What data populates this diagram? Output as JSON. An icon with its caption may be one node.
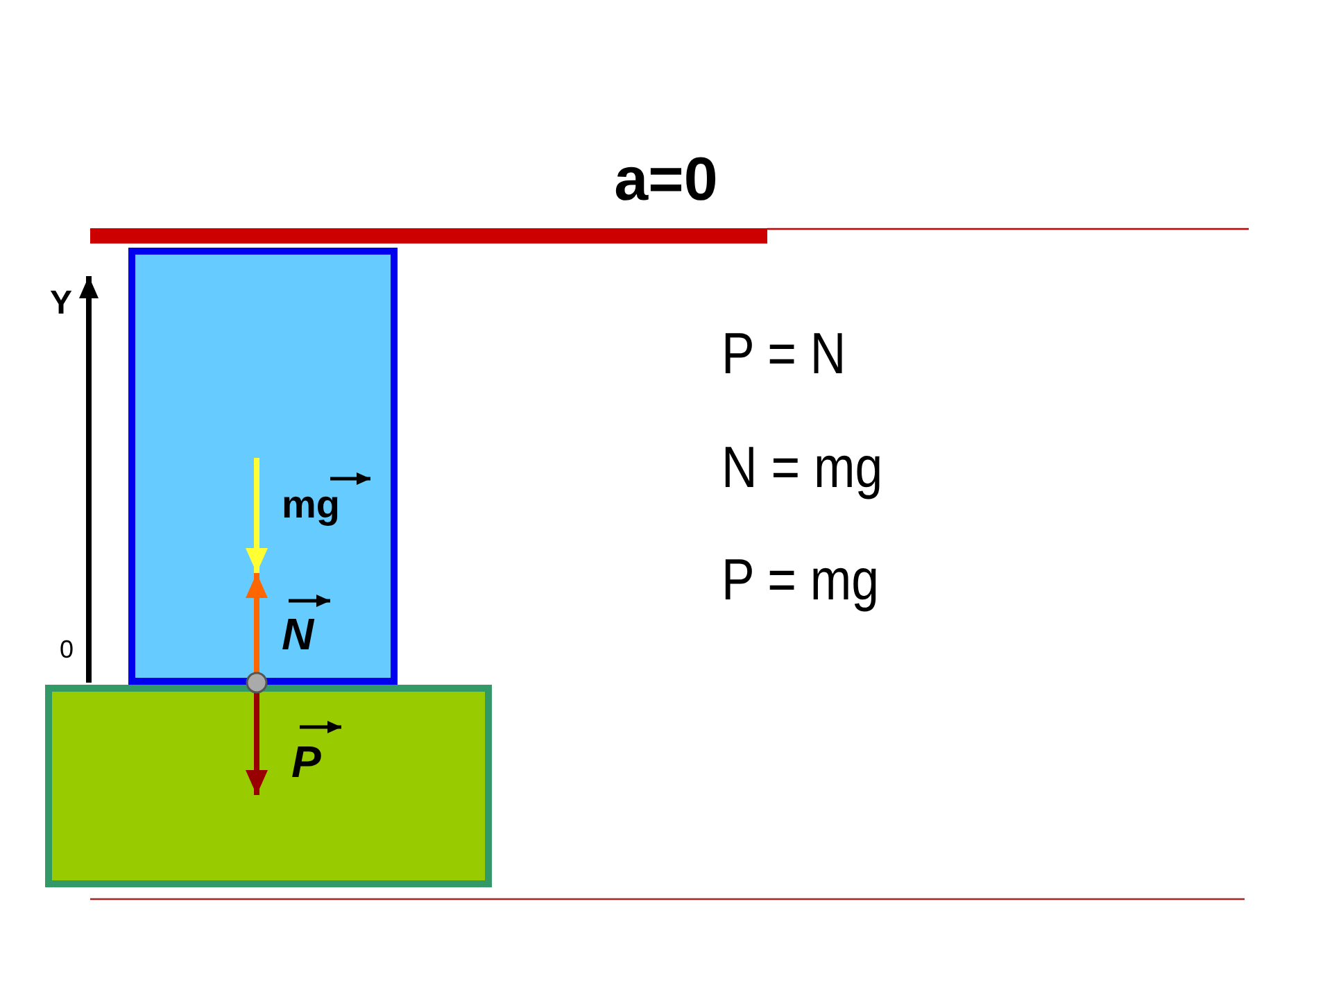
{
  "diagram": {
    "title": "a=0",
    "labels": [
      "Y",
      "0",
      "mg",
      "N",
      "P",
      "P = N",
      "N = mg",
      "P = mg"
    ]
  }
}
